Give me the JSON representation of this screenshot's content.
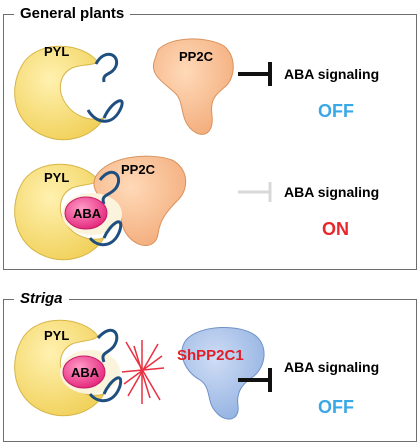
{
  "panels": {
    "general": {
      "title": "General plants",
      "state_off": {
        "receptor": "PYL",
        "phosphatase": "PP2C",
        "output": "ABA signaling",
        "status": "OFF"
      },
      "state_on": {
        "receptor": "PYL",
        "ligand": "ABA",
        "phosphatase": "PP2C",
        "output": "ABA signaling",
        "status": "ON"
      }
    },
    "striga": {
      "title": "Striga",
      "receptor": "PYL",
      "ligand": "ABA",
      "phosphatase": "ShPP2C1",
      "output": "ABA signaling",
      "status": "OFF"
    }
  },
  "colors": {
    "pyl_fill": "#f7dd78",
    "pp2c_fill": "#f8bf95",
    "shpp2c1_fill": "#a9c3ea",
    "aba_fill": "#e84a8d",
    "loop_stroke": "#1f4f7f",
    "status_off": "#3aa7e6",
    "status_on": "#e8262b",
    "shpp2c1_label": "#e01f26",
    "inhibition_active": "#111111",
    "inhibition_inactive": "#d8d8d8",
    "clash_mark": "#e83040"
  }
}
